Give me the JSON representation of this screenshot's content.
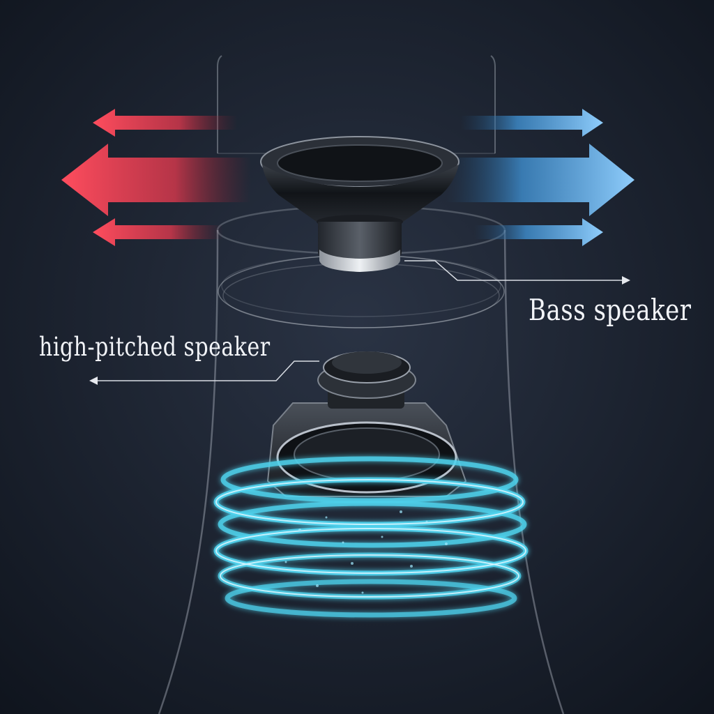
{
  "labels": {
    "bass_speaker": "Bass speaker",
    "high_pitched_speaker": "high-pitched speaker"
  },
  "colors": {
    "background_center": "#2a3344",
    "background_edge": "#0f141d",
    "warm_arrow": "#ff4d5e",
    "cool_arrow": "#5fb2f2",
    "sound_wave": "#4fd3ee",
    "callout_line": "#d9dde4"
  },
  "icons": {
    "left_arrows": "arrow-left-icon",
    "right_arrows": "arrow-right-icon",
    "bass_driver": "bass-speaker-driver",
    "tweeter_driver": "high-pitched-speaker-driver"
  }
}
